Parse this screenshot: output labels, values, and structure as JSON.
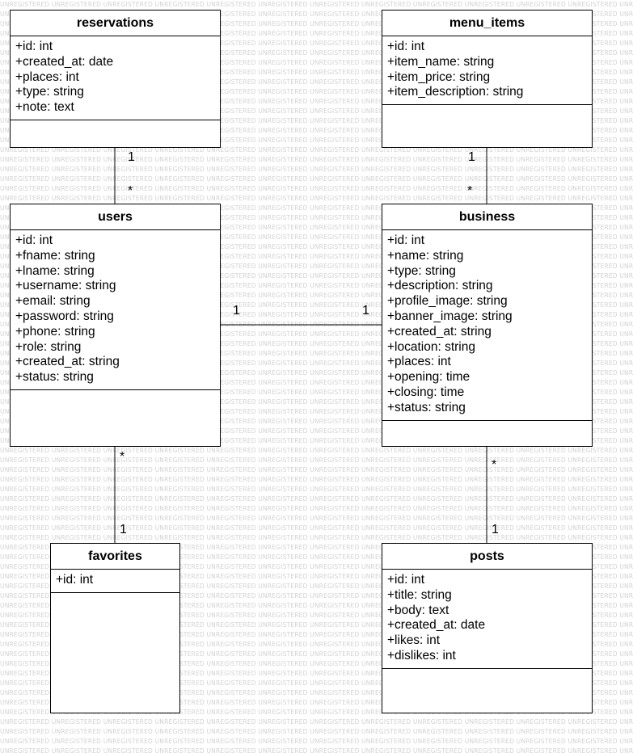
{
  "watermark_text": "UNREGISTERED",
  "classes": {
    "reservations": {
      "name": "reservations",
      "attributes": [
        "+id: int",
        "+created_at: date",
        "+places: int",
        "+type: string",
        "+note: text"
      ]
    },
    "menu_items": {
      "name": "menu_items",
      "attributes": [
        "+id: int",
        "+item_name: string",
        "+item_price: string",
        "+item_description: string"
      ]
    },
    "users": {
      "name": "users",
      "attributes": [
        "+id: int",
        "+fname: string",
        "+lname: string",
        "+username: string",
        "+email: string",
        "+password: string",
        "+phone: string",
        "+role: string",
        "+created_at: string",
        "+status: string"
      ]
    },
    "business": {
      "name": "business",
      "attributes": [
        "+id: int",
        "+name: string",
        "+type: string",
        "+description: string",
        "+profile_image: string",
        "+banner_image: string",
        "+created_at: string",
        "+location: string",
        "+places: int",
        "+opening: time",
        "+closing: time",
        "+status: string"
      ]
    },
    "favorites": {
      "name": "favorites",
      "attributes": [
        "+id: int"
      ]
    },
    "posts": {
      "name": "posts",
      "attributes": [
        "+id: int",
        "+title: string",
        "+body: text",
        "+created_at: date",
        "+likes: int",
        "+dislikes: int"
      ]
    }
  },
  "associations": [
    {
      "from": "reservations",
      "to": "users",
      "from_mult": "1",
      "to_mult": "*"
    },
    {
      "from": "menu_items",
      "to": "business",
      "from_mult": "1",
      "to_mult": "*"
    },
    {
      "from": "users",
      "to": "business",
      "from_mult": "1",
      "to_mult": "1"
    },
    {
      "from": "users",
      "to": "favorites",
      "from_mult": "*",
      "to_mult": "1"
    },
    {
      "from": "business",
      "to": "posts",
      "from_mult": "*",
      "to_mult": "1"
    }
  ]
}
